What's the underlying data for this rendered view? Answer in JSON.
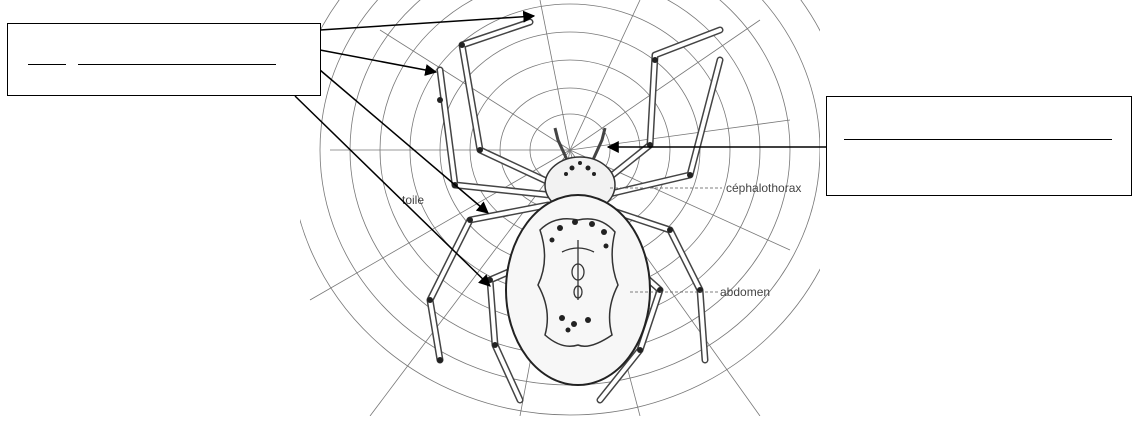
{
  "labels": {
    "web": "toile",
    "cephalothorax": "céphalothorax",
    "abdomen": "abdomen"
  },
  "answer_boxes": {
    "left": {
      "blank_count": 2
    },
    "right": {
      "blank_count": 1
    }
  },
  "colors": {
    "ink": "#000000",
    "sketch": "#555555",
    "label_text": "#444444"
  }
}
